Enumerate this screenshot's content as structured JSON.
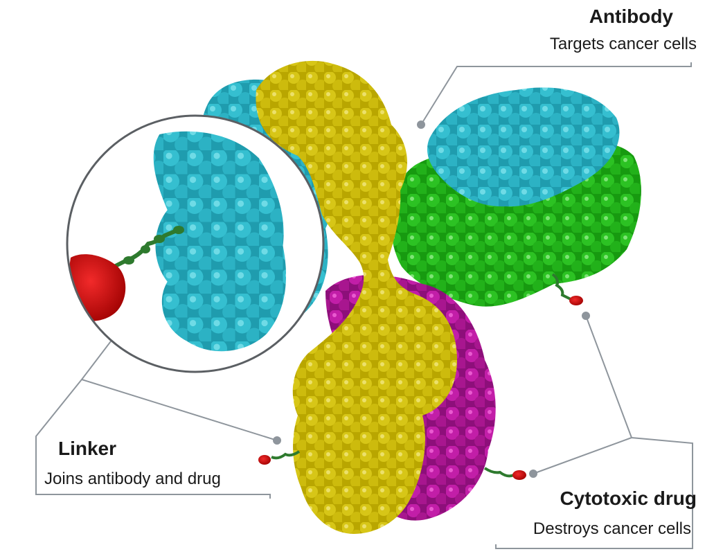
{
  "labels": {
    "antibody": {
      "title": "Antibody",
      "description": "Targets cancer cells"
    },
    "linker": {
      "title": "Linker",
      "description": "Joins antibody and drug"
    },
    "cytotoxic_drug": {
      "title": "Cytotoxic drug",
      "description": "Destroys cancer cells"
    }
  },
  "colors": {
    "heavy_chain": "#c8b800",
    "light_chain_left": "#29b5c8",
    "light_chain_right_top": "#29b5c8",
    "right_arm_chain": "#22b518",
    "lower_chain": "#b5169c",
    "drug": "#d40000",
    "linker": "#2e7a2e",
    "callout_line": "#8e959c"
  }
}
